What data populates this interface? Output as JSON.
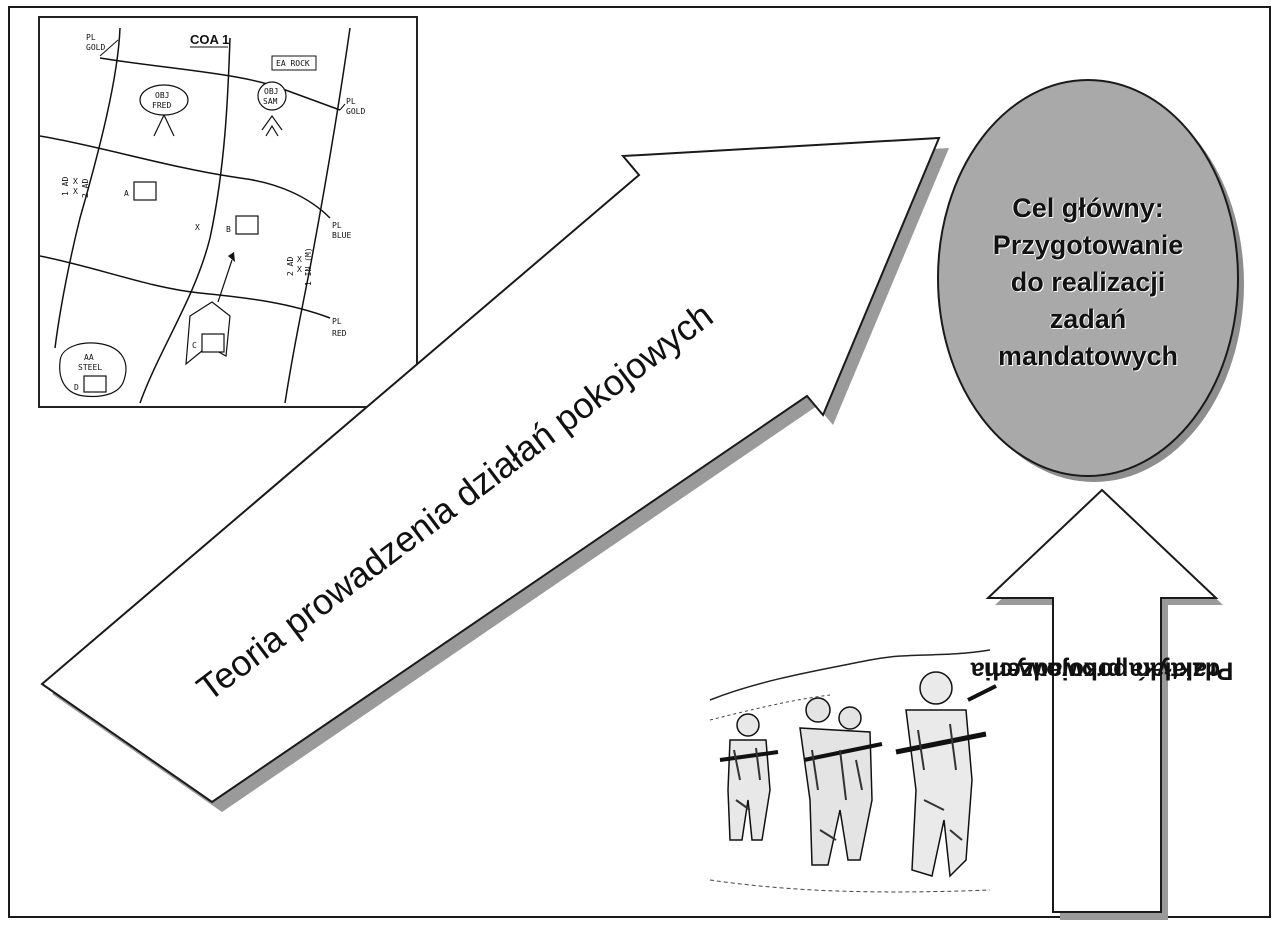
{
  "map": {
    "title": "COA 1",
    "ea_rock": "EA ROCK",
    "pl_gold_top": "PL",
    "pl_gold_top2": "GOLD",
    "pl_gold_right": "PL",
    "pl_gold_right2": "GOLD",
    "pl_blue": "PL",
    "pl_blue2": "BLUE",
    "pl_red": "PL",
    "pl_red2": "RED",
    "obj_fred_1": "OBJ",
    "obj_fred_2": "FRED",
    "obj_sam_1": "OBJ",
    "obj_sam_2": "SAM",
    "aa_steel_1": "AA",
    "aa_steel_2": "STEEL",
    "unit_a": "A",
    "unit_b": "B",
    "unit_c": "C",
    "unit_d": "D",
    "boundary_left_1": "1 AD",
    "boundary_left_2": "2 AD",
    "boundary_right_1": "2 AD",
    "boundary_right_2": "1 IN (M)",
    "x_mark": "X"
  },
  "theory_arrow_label": "Teoria prowadzenia działań pokojowych",
  "goal": {
    "line1": "Cel główny:",
    "line2": "Przygotowanie",
    "line3": "do realizacji",
    "line4": "zadań",
    "line5": "mandatowych"
  },
  "practice_arrow": {
    "line1": "Praktyka prowadzenia",
    "line2": "działań pokojowych"
  },
  "colors": {
    "ellipse_fill": "#a9a9a9",
    "shadow": "#9a9a9a",
    "border": "#1a1a1a"
  }
}
